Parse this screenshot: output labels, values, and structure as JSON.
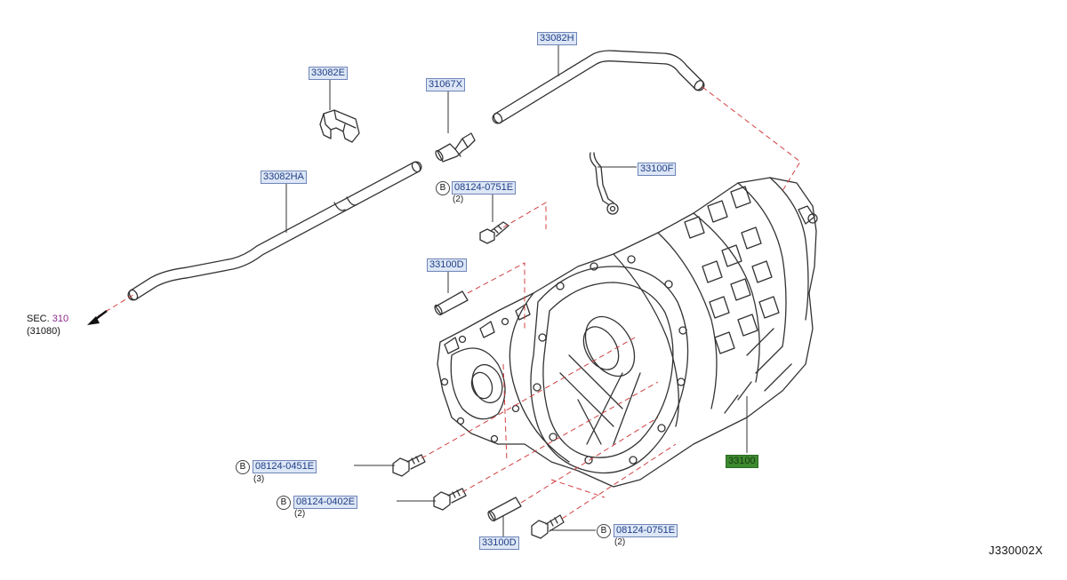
{
  "parts": {
    "p33082H": "33082H",
    "p33082E": "33082E",
    "p31067X": "31067X",
    "p33082HA": "33082HA",
    "p33100F": "33100F",
    "p08124_0751E_top": "08124-0751E",
    "p33100D_top": "33100D",
    "p33100": "33100",
    "p08124_0451E": "08124-0451E",
    "p08124_0402E": "08124-0402E",
    "p33100D_bottom": "33100D",
    "p08124_0751E_bottom": "08124-0751E"
  },
  "quantities": {
    "q0751E_top": "(2)",
    "q0451E": "(3)",
    "q0402E": "(2)",
    "q0751E_bottom": "(2)"
  },
  "badge_letter": "B",
  "section_ref": {
    "label": "SEC.",
    "number": "310",
    "sub": "(31080)"
  },
  "diagram_code": "J330002X",
  "colors": {
    "label_bg": "#dde6f6",
    "label_text": "#1f3f86",
    "highlight_bg": "#3d8a2f",
    "leader": "#d04040",
    "line": "#333333"
  },
  "icons": [
    "section-arrow-icon"
  ]
}
